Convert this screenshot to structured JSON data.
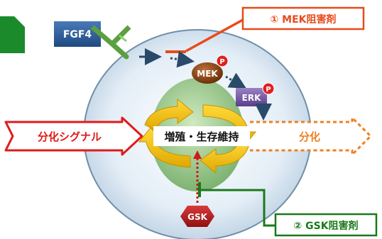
{
  "labels": {
    "fgf4": "FGF4",
    "mek_inhibitor": "① MEK阻害剤",
    "gsk_inhibitor": "② GSK阻害剤",
    "mek": "MEK",
    "erk": "ERK",
    "gsk": "GSK",
    "phospho": "P",
    "proliferation": "増殖・生存維持",
    "diff_signal": "分化シグナル",
    "differentiation": "分化"
  },
  "colors": {
    "mek_inhibitor": "#e84a1a",
    "gsk_inhibitor": "#1a7a1a",
    "diff_signal": "#e01a1a",
    "differentiation": "#f08020",
    "receptor": "#6ab04c",
    "fgf4_box": "#2a5d9a",
    "cell": "#dbe9f4",
    "nucleus": "#8fc47a",
    "cycle_arrows": "#f2c200",
    "mek": "#7a3a10",
    "erk": "#6a4e9a",
    "gsk": "#b01a1a",
    "phospho": "#e02020",
    "signal_arrow": "#2a4a6a"
  }
}
